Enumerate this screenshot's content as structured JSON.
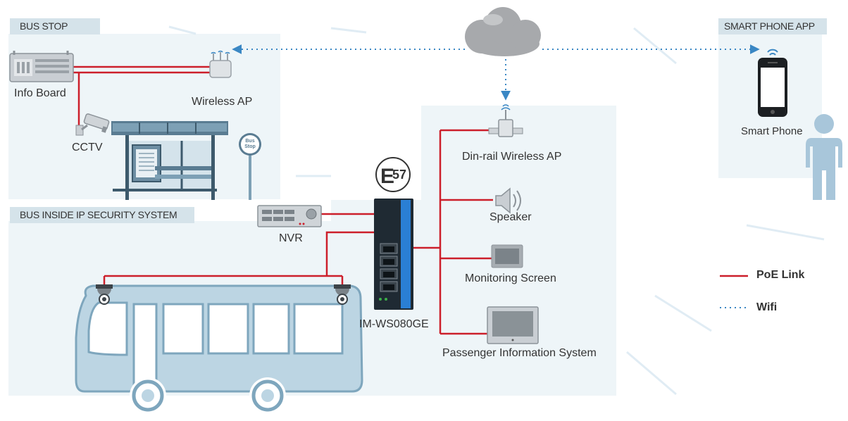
{
  "sections": {
    "bus_stop": "BUS STOP",
    "smart_phone_app": "SMART PHONE APP",
    "bus_inside": "BUS INSIDE IP SECURITY SYSTEM"
  },
  "devices": {
    "info_board": "Info Board",
    "wireless_ap": "Wireless AP",
    "cctv": "CCTV",
    "nvr": "NVR",
    "switch_model": "IM-WS080GE",
    "switch_badge": "57",
    "din_rail_ap": "Din-rail Wireless AP",
    "speaker": "Speaker",
    "monitoring_screen": "Monitoring Screen",
    "passenger_info": "Passenger Information System",
    "smart_phone": "Smart Phone",
    "bus_stop_sign": "Bus Stop"
  },
  "legend": {
    "poe": "PoE Link",
    "wifi": "Wifi"
  },
  "colors": {
    "poe_link": "#cc1f2b",
    "wifi_link": "#3a87c4",
    "panel_bg": "#eef5f8",
    "tag_bg": "#d5e3ea",
    "switch_body": "#1f2a33",
    "switch_stripe": "#2a7fd4"
  }
}
